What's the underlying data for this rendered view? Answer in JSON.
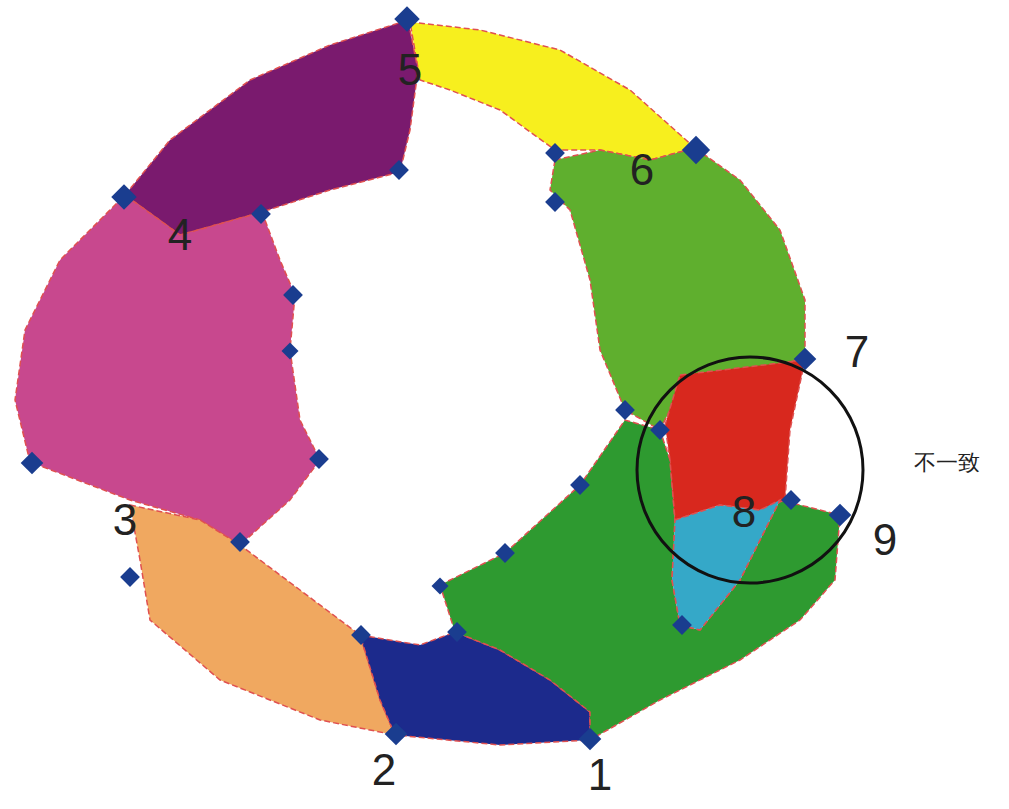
{
  "diagram": {
    "labels": [
      "5",
      "6",
      "4",
      "7",
      "不一致",
      "8",
      "3",
      "9",
      "2",
      "1"
    ]
  }
}
